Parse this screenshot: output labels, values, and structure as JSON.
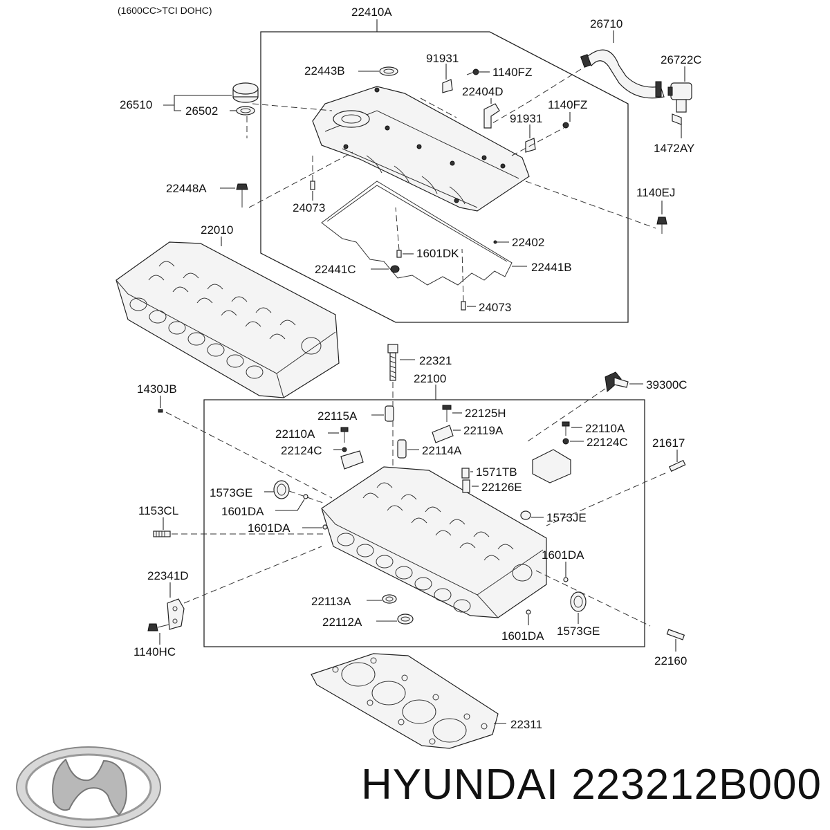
{
  "diagram": {
    "header_note": "(1600CC>TCI DOHC)",
    "parts": {
      "cover_assembly": "22410A",
      "breather_hose": "26710",
      "pcv_valve": "26722C",
      "hose_clip_bolt": "1472AY",
      "oil_filler_cap": "26510",
      "cap_gasket": "26502",
      "cap_seal": "22443B",
      "clip_top": "91931",
      "bolt_top": "1140FZ",
      "breather_pipe": "22404D",
      "clip_right": "91931",
      "bolt_right": "1140FZ",
      "cover_bolt": "22448A",
      "cover_dowel_top": "24073",
      "cover_nut": "1140EJ",
      "cylinder_head_assy": "22010",
      "cover_gasket": "22402",
      "plug_dk": "1601DK",
      "plug_seal": "22441C",
      "cover_gasket_b": "22441B",
      "cover_dowel_bottom": "24073",
      "head_bolt": "22321",
      "cylinder_head": "22100",
      "sensor": "39300C",
      "dowel_pin_left": "1430JB",
      "lifter_guide": "22115A",
      "cam_cap_bolt_mid": "22125H",
      "cam_cap_bolt_left": "22110A",
      "cam_cap_mid": "22119A",
      "cam_cap_bolt_right": "22110A",
      "cam_cap_left": "22124C",
      "cam_cap_right": "22124C",
      "stud_right": "21617",
      "valve_guide": "22114A",
      "plug_tb": "1571TB",
      "seal_cap_left": "1573GE",
      "valve_guide_b": "22126E",
      "plug_da_1": "1601DA",
      "plug_je": "1573JE",
      "stud_left": "1153CL",
      "plug_da_2": "1601DA",
      "plug_da_3": "1601DA",
      "bracket": "22341D",
      "valve_spring_seat": "22113A",
      "valve_seal": "22112A",
      "plug_da_4": "1601DA",
      "seal_cap_right": "1573GE",
      "bracket_bolt": "1140HC",
      "stud_rear": "22160",
      "head_gasket": "22311"
    }
  },
  "brand": {
    "logo_name": "hyundai-logo",
    "caption": "HYUNDAI 223212B000"
  }
}
